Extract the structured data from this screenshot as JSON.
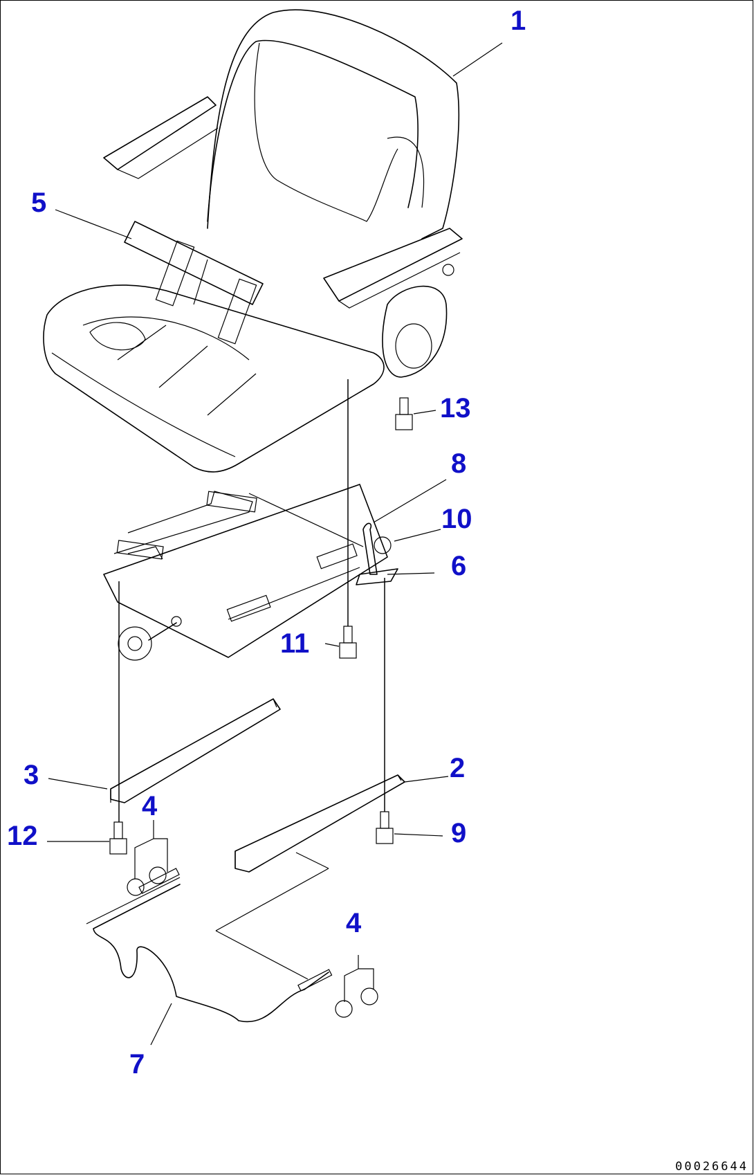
{
  "diagram": {
    "callouts": [
      {
        "id": "c1",
        "text": "1"
      },
      {
        "id": "c2",
        "text": "2"
      },
      {
        "id": "c3",
        "text": "3"
      },
      {
        "id": "c4a",
        "text": "4"
      },
      {
        "id": "c4b",
        "text": "4"
      },
      {
        "id": "c5",
        "text": "5"
      },
      {
        "id": "c6",
        "text": "6"
      },
      {
        "id": "c7",
        "text": "7"
      },
      {
        "id": "c8",
        "text": "8"
      },
      {
        "id": "c9",
        "text": "9"
      },
      {
        "id": "c10",
        "text": "10"
      },
      {
        "id": "c11",
        "text": "11"
      },
      {
        "id": "c12",
        "text": "12"
      },
      {
        "id": "c13",
        "text": "13"
      }
    ],
    "drawing_code": "00026644",
    "colors": {
      "callout": "#1010c8",
      "line": "#000000",
      "background": "#ffffff"
    }
  }
}
